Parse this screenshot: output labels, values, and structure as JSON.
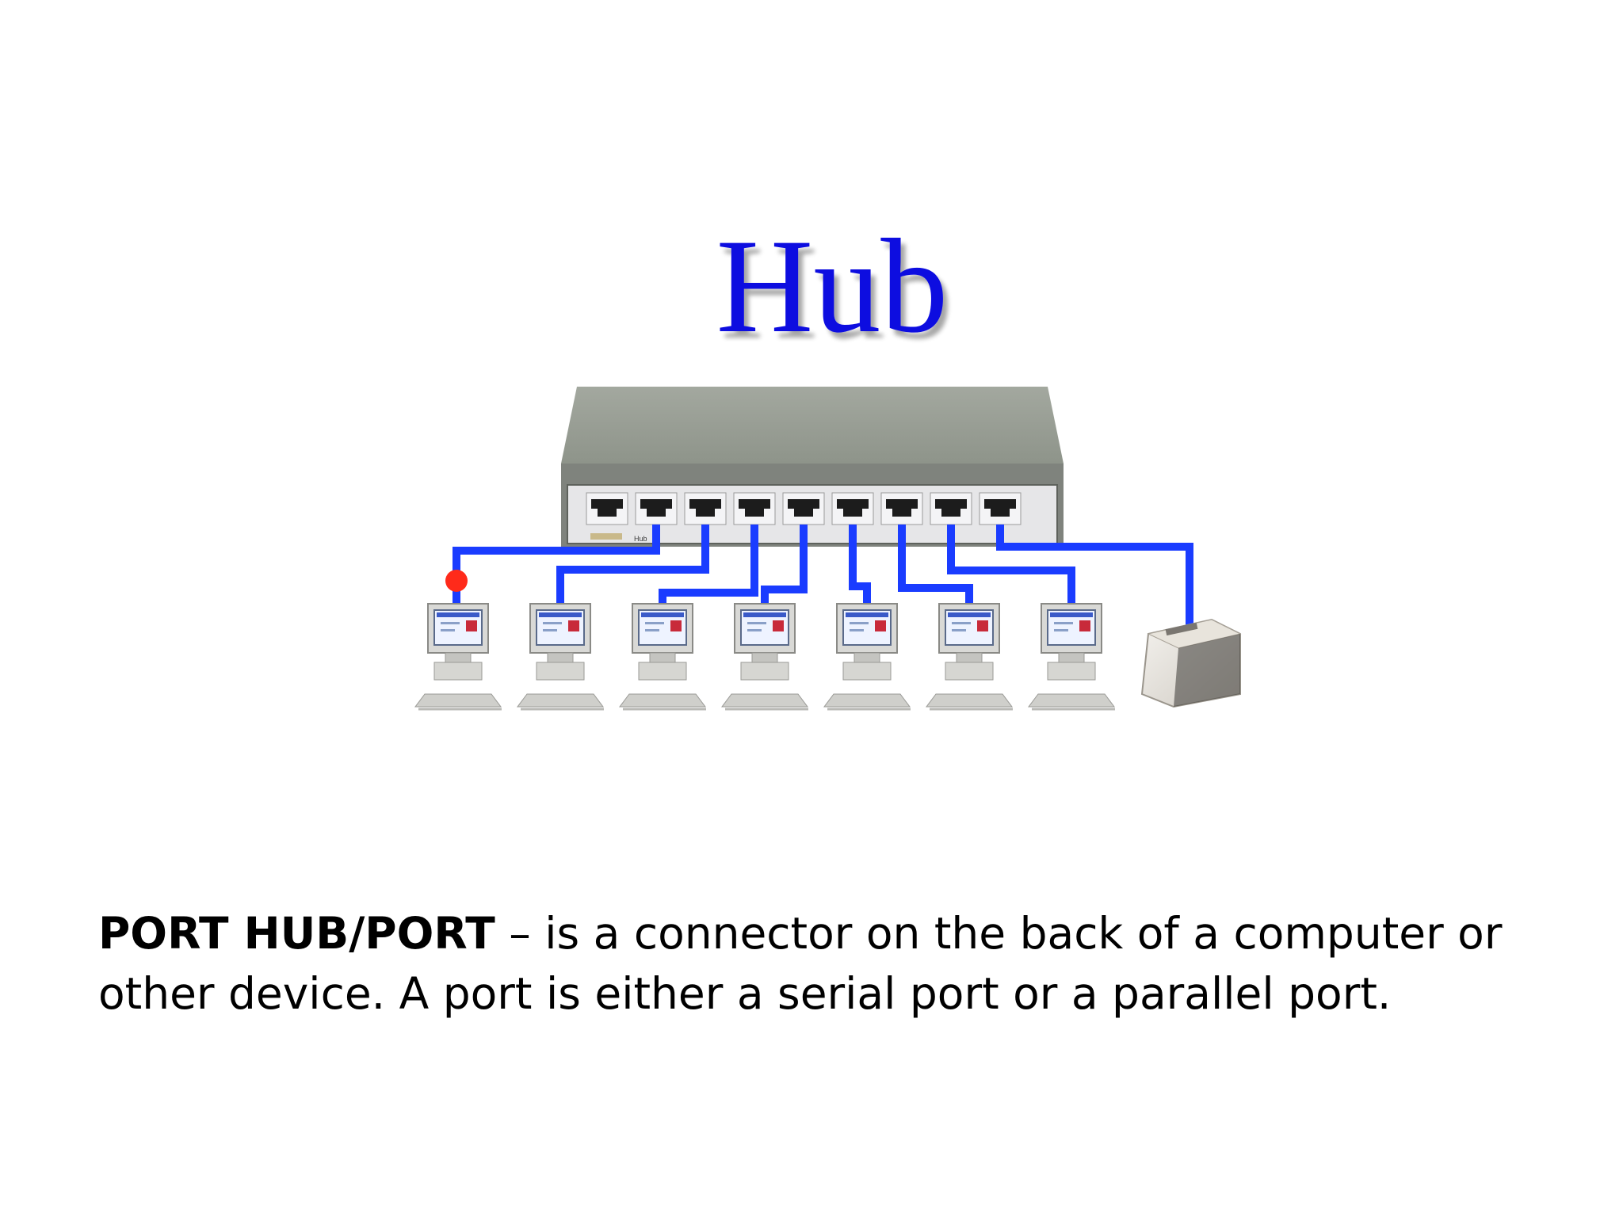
{
  "title": "Hub",
  "hub": {
    "brand": "Hub",
    "port_count": 9
  },
  "devices": [
    {
      "type": "computer",
      "connected": true
    },
    {
      "type": "computer",
      "connected": true
    },
    {
      "type": "computer",
      "connected": true
    },
    {
      "type": "computer",
      "connected": true
    },
    {
      "type": "computer",
      "connected": true
    },
    {
      "type": "computer",
      "connected": true
    },
    {
      "type": "computer",
      "connected": true
    },
    {
      "type": "printer",
      "connected": true
    }
  ],
  "caption": {
    "term": "PORT HUB/PORT",
    "definition": " – is a connector on the back of a computer or other device. A port is either a serial port or a parallel port."
  },
  "colors": {
    "title": "#1010e0",
    "cable": "#1a3cff",
    "hub_body": "#8c8f8a",
    "hub_top": "#9aa096",
    "port_panel": "#e8e8ea",
    "signal_dot": "#ff2a1a"
  }
}
